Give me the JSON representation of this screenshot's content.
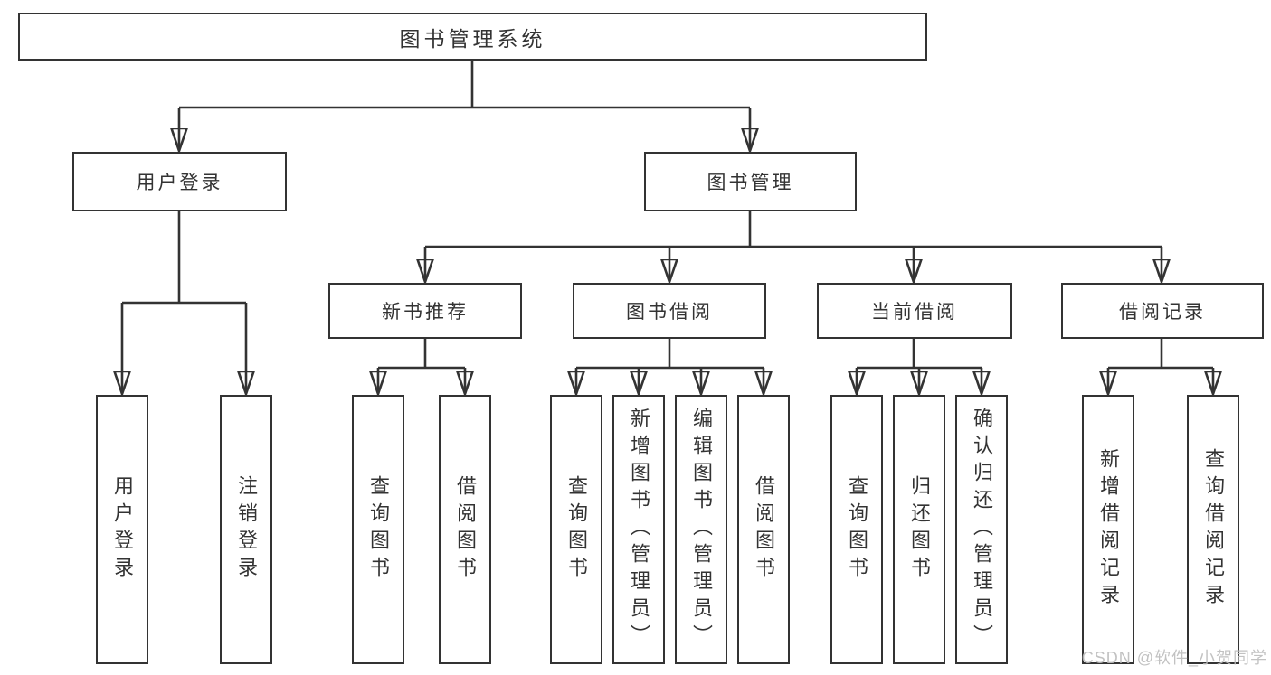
{
  "diagram": {
    "root": {
      "label": "图书管理系统"
    },
    "level2": [
      {
        "label": "用户登录"
      },
      {
        "label": "图书管理"
      }
    ],
    "level3": [
      {
        "label": "新书推荐"
      },
      {
        "label": "图书借阅"
      },
      {
        "label": "当前借阅"
      },
      {
        "label": "借阅记录"
      }
    ],
    "leaves": [
      {
        "label": "用户登录"
      },
      {
        "label": "注销登录"
      },
      {
        "label": "查询图书"
      },
      {
        "label": "借阅图书"
      },
      {
        "label": "查询图书"
      },
      {
        "label": "新增图书（管理员）"
      },
      {
        "label": "编辑图书（管理员）"
      },
      {
        "label": "借阅图书"
      },
      {
        "label": "查询图书"
      },
      {
        "label": "归还图书"
      },
      {
        "label": "确认归还（管理员）"
      },
      {
        "label": "新增借阅记录"
      },
      {
        "label": "查询借阅记录"
      }
    ]
  },
  "watermark": {
    "text": "CSDN @软件_小贺同学"
  },
  "colors": {
    "line": "#333333",
    "text": "#333333",
    "watermark": "#bdbdbd",
    "background": "#ffffff"
  }
}
